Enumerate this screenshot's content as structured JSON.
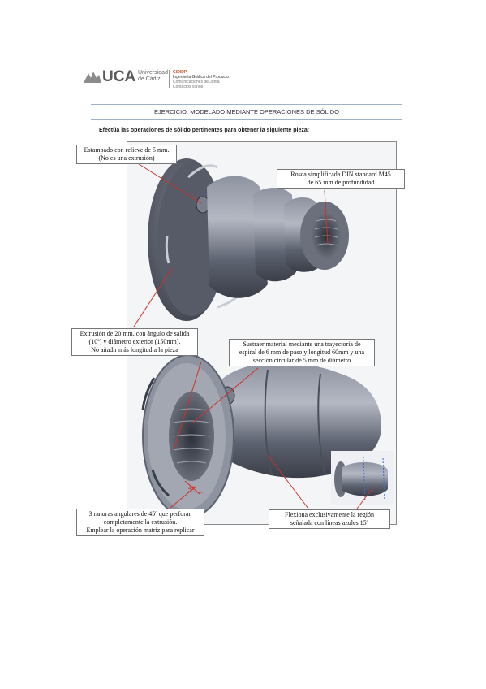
{
  "header": {
    "logo_text": "UCA",
    "university": [
      "Universidad",
      "de Cádiz"
    ],
    "group": [
      "GIDIDP",
      "Ingeniería Gráfica del Producto",
      "Comunicaciones de Junta",
      "Contactos varios"
    ]
  },
  "document": {
    "title": "EJERCICIO: MODELADO MEDIANTE OPERACIONES DE SÓLIDO",
    "instruction": "Efectúa las operaciones de sólido pertinentes para obtener la siguiente pieza:"
  },
  "callouts": {
    "stamped": [
      "Estampado con relieve de 5 mm.",
      "(No es una extrusión)"
    ],
    "thread": [
      "Rosca simplificada DIN standard M45",
      "de 65 mm de profundidad"
    ],
    "extrusion": [
      "Extrusión de 20 mm, con ángulo de salida",
      "(10º) y diámetro exterior (150mm).",
      "No añadir más longitud a la pieza"
    ],
    "sweep": [
      "Sustraer material mediante una trayectoria de",
      "espiral de 6 mm de paso y longitud 60mm y una",
      "sección circular de 5 mm de diámetro"
    ],
    "slots": [
      "3 ranuras angulares de 45º que perforan",
      "completamente la extrusión.",
      "Emplear la operación matriz para replicar"
    ],
    "flex": [
      "Flexiona exclusivamente la región",
      "señalada con líneas azules 15º"
    ]
  },
  "annotations": {
    "angle_label": "45º"
  },
  "colors": {
    "part": "#5d6270",
    "part_dark": "#3a3e48",
    "part_light": "#a9adb8",
    "leader": "#d0302a",
    "rule": "#9fb3c8"
  }
}
